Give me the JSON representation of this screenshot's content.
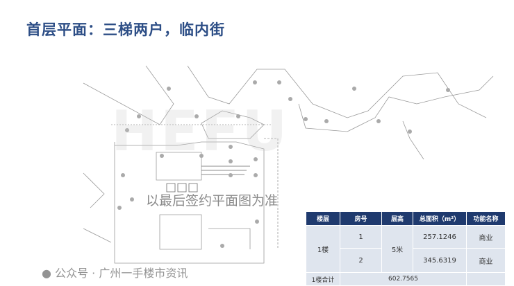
{
  "title": "首层平面：三梯两户，临内街",
  "watermarks": {
    "brand": "HEFU",
    "note": "以最后签约平面图为准",
    "source": "公众号 · 广州一手楼市资讯"
  },
  "table": {
    "headers": [
      "楼层",
      "房号",
      "层高",
      "总面积（m²）",
      "功能名称"
    ],
    "floor": "1楼",
    "height": "5米",
    "rows": [
      {
        "room": "1",
        "area": "257.1246",
        "function": "商业"
      },
      {
        "room": "2",
        "area": "345.6319",
        "function": "商业"
      }
    ],
    "total_label": "1楼合计",
    "total_value": "602.7565"
  },
  "colors": {
    "title": "#2d4e86",
    "header": "#1f3a6e",
    "cell": "#dfe5ee"
  }
}
